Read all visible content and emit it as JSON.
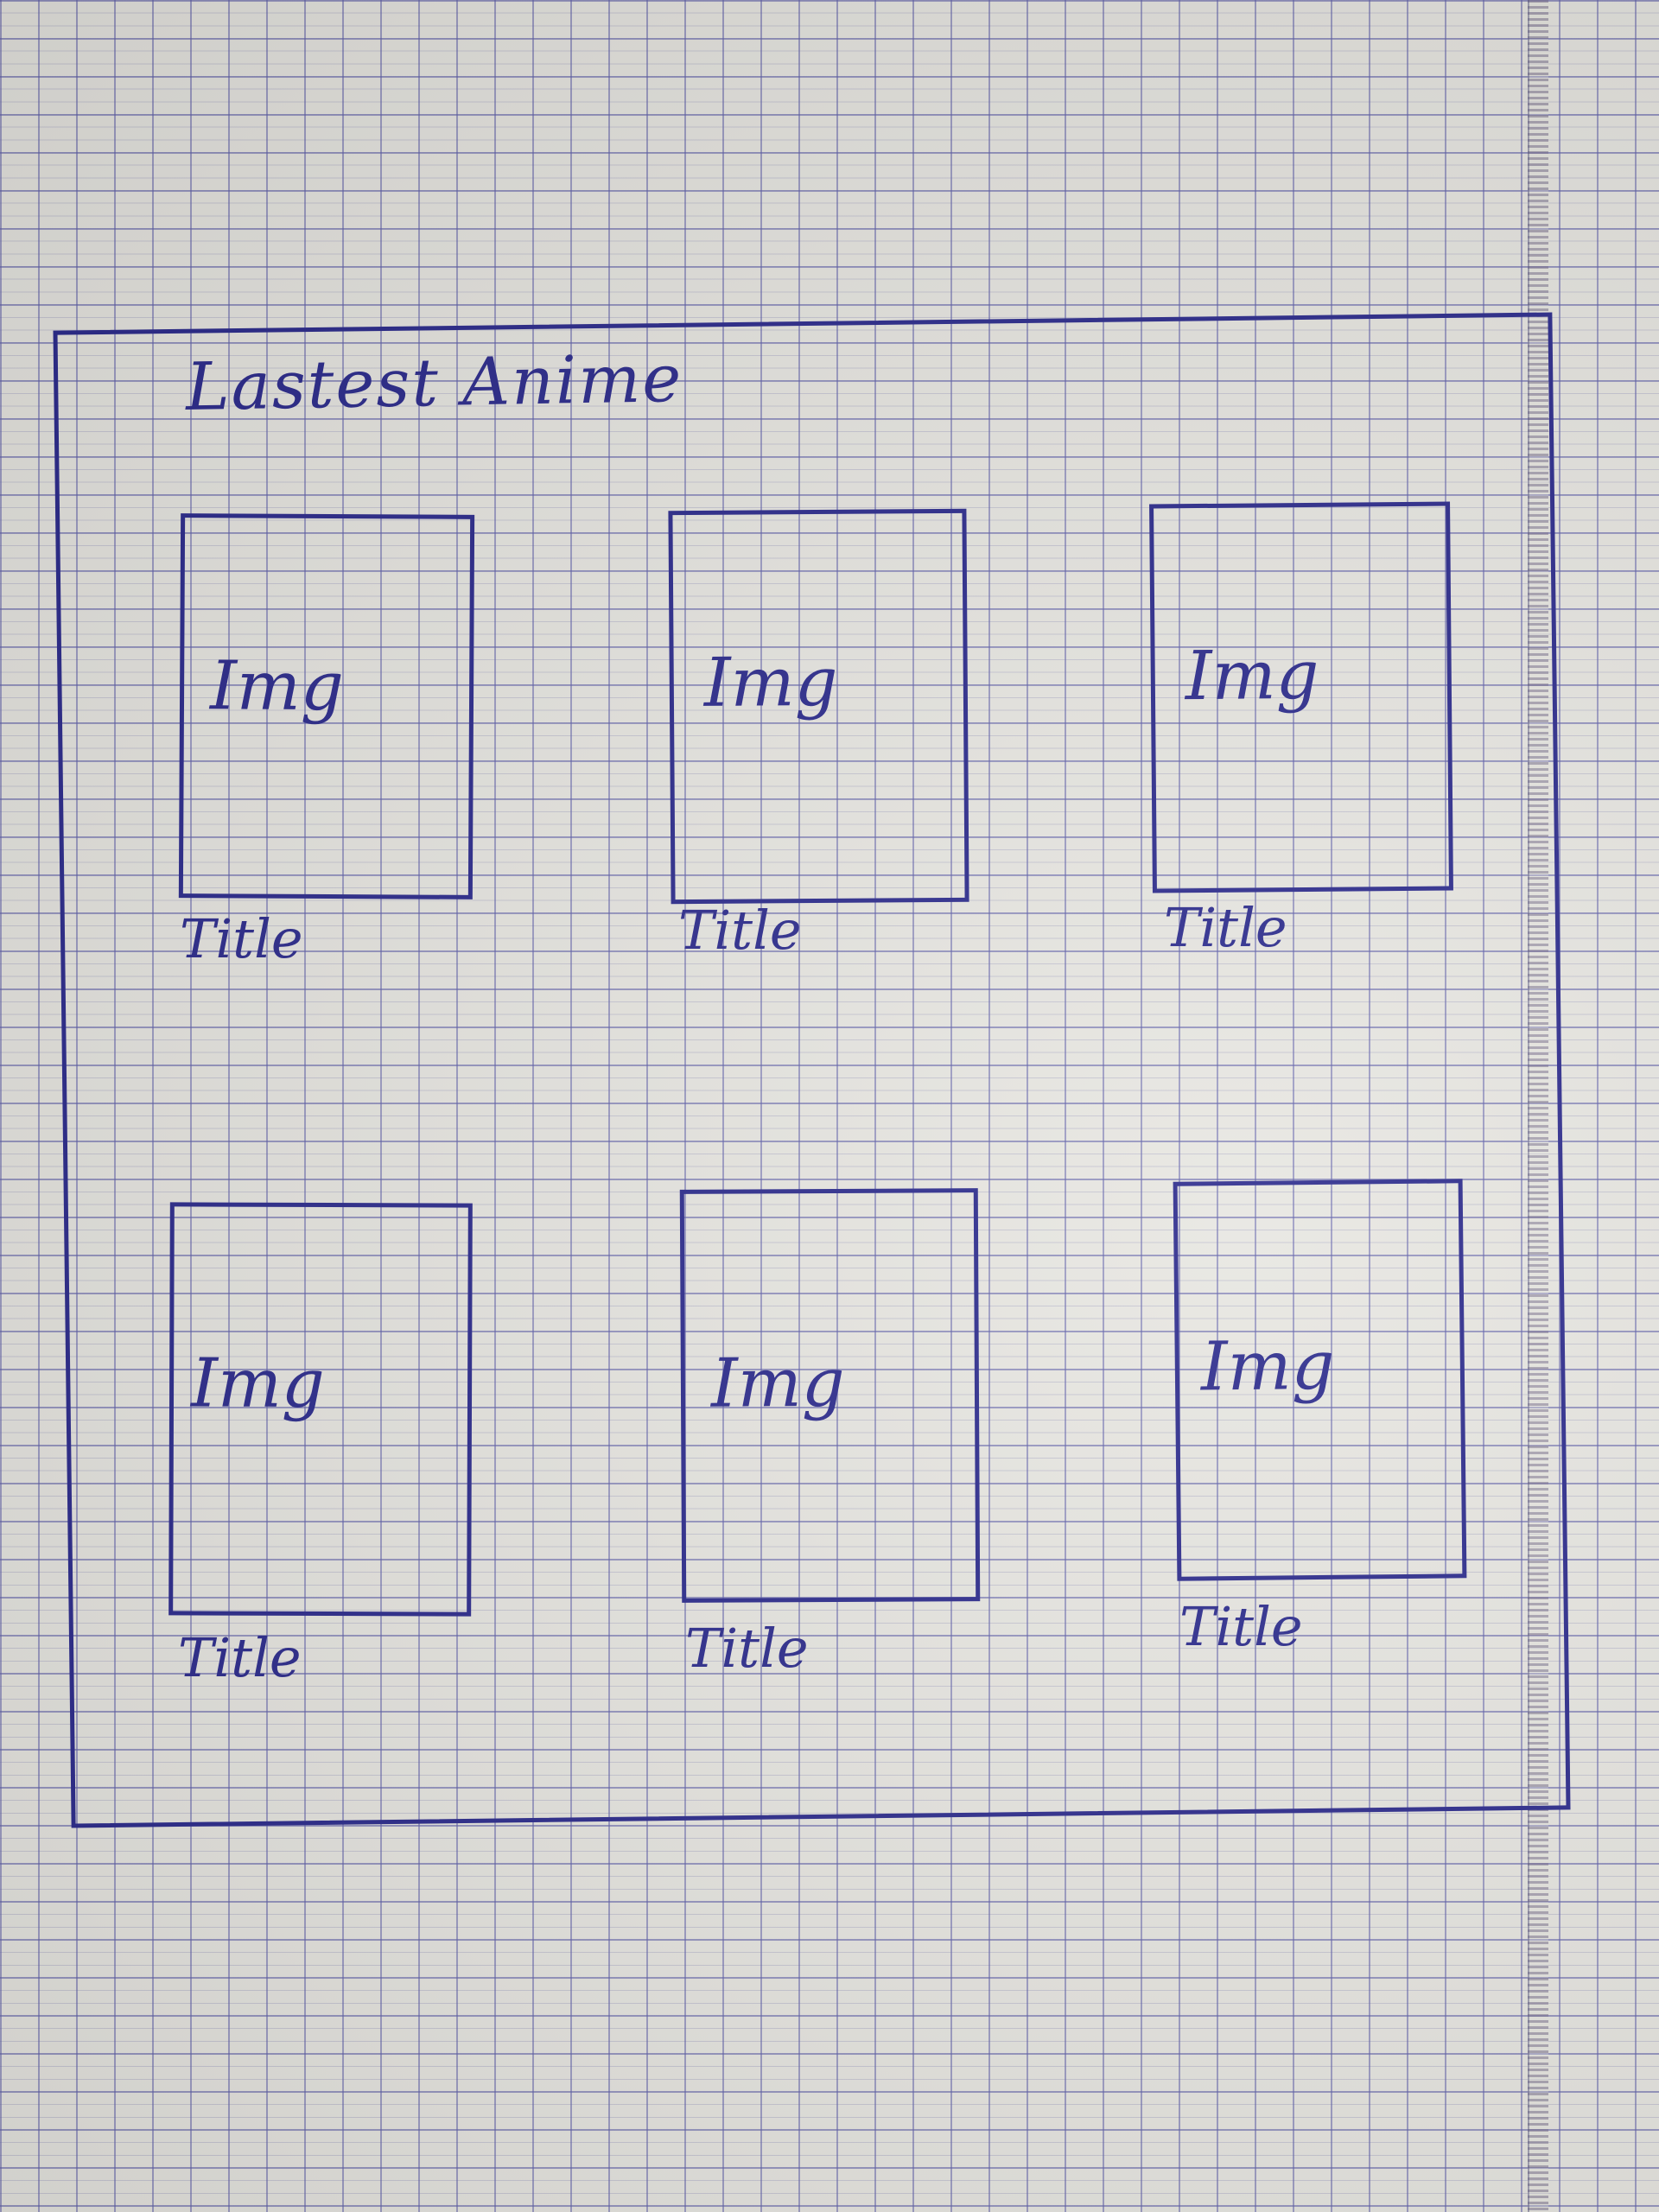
{
  "heading": "Lastest Anime",
  "cards": [
    {
      "image_label": "Img",
      "title": "Title"
    },
    {
      "image_label": "Img",
      "title": "Title"
    },
    {
      "image_label": "Img",
      "title": "Title"
    },
    {
      "image_label": "Img",
      "title": "Title"
    },
    {
      "image_label": "Img",
      "title": "Title"
    },
    {
      "image_label": "Img",
      "title": "Title"
    }
  ],
  "colors": {
    "ink": "#2b2a8c",
    "paper": "#e7e6e1",
    "grid": "#5f5faa"
  }
}
